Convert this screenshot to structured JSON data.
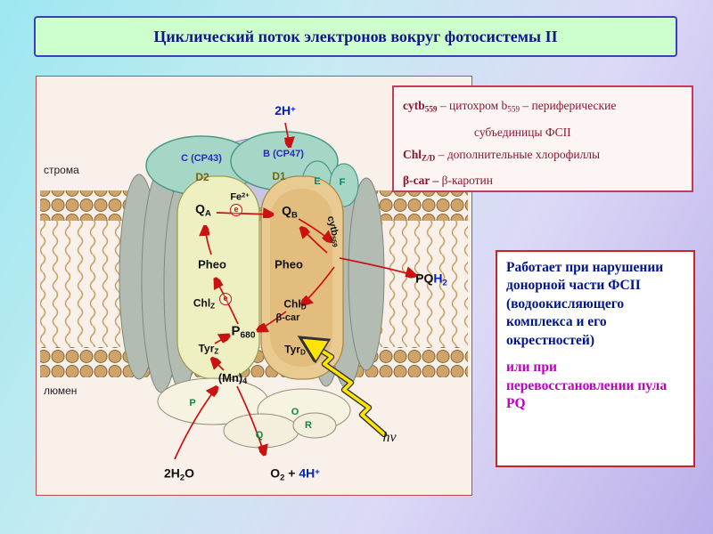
{
  "title": "Циклический поток электронов вокруг фотосистемы II",
  "legend": {
    "l1a": "cytb",
    "l1a_sub": "559",
    "l1b": " – цитохром b",
    "l1b_sub": "559",
    "l1c": " –  периферические",
    "l2": "субъединицы ФСII",
    "l3a": "Chl",
    "l3a_sub": "Z/D",
    "l3b": " –  дополнительные хлорофиллы",
    "l4a": "β-car – ",
    "l4b": "  β-каротин"
  },
  "note": {
    "p1": "Работает при нарушении донорной части ФСII (водоокисляющего комплекса и  его окрестностей)",
    "p2": "или при перевосстановлении пула PQ"
  },
  "membrane": {
    "stroma": "строма",
    "lumen": "люмен"
  },
  "labels": {
    "proton_top": {
      "base": "2H",
      "sup": "+"
    },
    "cp43": "C (CP43)",
    "cp47": "B (CP47)",
    "d2": "D2",
    "d1": "D1",
    "e": "E",
    "f": "F",
    "fe": {
      "base": "Fe",
      "sup": "2+"
    },
    "qa": {
      "base": "Q",
      "sub": "A"
    },
    "qb": {
      "base": "Q",
      "sub": "B"
    },
    "pheo_left": "Pheo",
    "pheo_right": "Pheo",
    "chlz": {
      "base": "Chl",
      "sub": "Z"
    },
    "chld": {
      "base": "Chl",
      "sub": "D"
    },
    "bcar": "β-car",
    "p680": {
      "base": "P",
      "sub": "680"
    },
    "tyrz": {
      "base": "Tyr",
      "sub": "Z"
    },
    "tyrd": {
      "base": "Tyr",
      "sub": "D"
    },
    "mn": {
      "base": "(Mn)",
      "sub": "4"
    },
    "cytb": {
      "base": "cytb",
      "sub": "559"
    },
    "pq": "PQ",
    "pq_h": "H",
    "pq_h_sub": "2",
    "psbp": "P",
    "psbo": "O",
    "psbq": "Q",
    "psbr": "R",
    "water": {
      "a": "2H",
      "sub": "2",
      "b": "O"
    },
    "oxygen_a": "O",
    "oxygen_a_sub": "2",
    "oxygen_plus": " + ",
    "oxygen_b": "4H",
    "oxygen_b_sup": "+",
    "hnu": "hν",
    "electron": "e"
  },
  "colors": {
    "accent_red": "#cc1111",
    "title_text": "#15158c",
    "legend_text": "#8b1535",
    "note_blue": "#00158b",
    "note_magenta": "#c000c0",
    "blue_highlight": "#0020c0",
    "lipid_head": "#cfa468",
    "title_bg": "#ccffcc"
  }
}
